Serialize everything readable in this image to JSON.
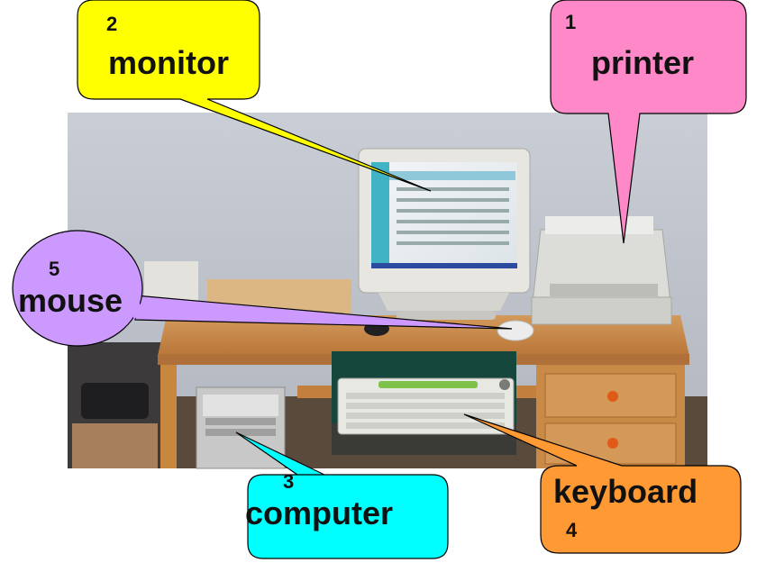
{
  "callouts": [
    {
      "id": "printer",
      "number": "1",
      "label": "printer",
      "color": "#ff88c8"
    },
    {
      "id": "monitor",
      "number": "2",
      "label": "monitor",
      "color": "#ffff00"
    },
    {
      "id": "computer",
      "number": "3",
      "label": "computer",
      "color": "#00ffff"
    },
    {
      "id": "keyboard",
      "number": "4",
      "label": "keyboard",
      "color": "#ff9933"
    },
    {
      "id": "mouse",
      "number": "5",
      "label": "mouse",
      "color": "#cc99ff"
    }
  ]
}
